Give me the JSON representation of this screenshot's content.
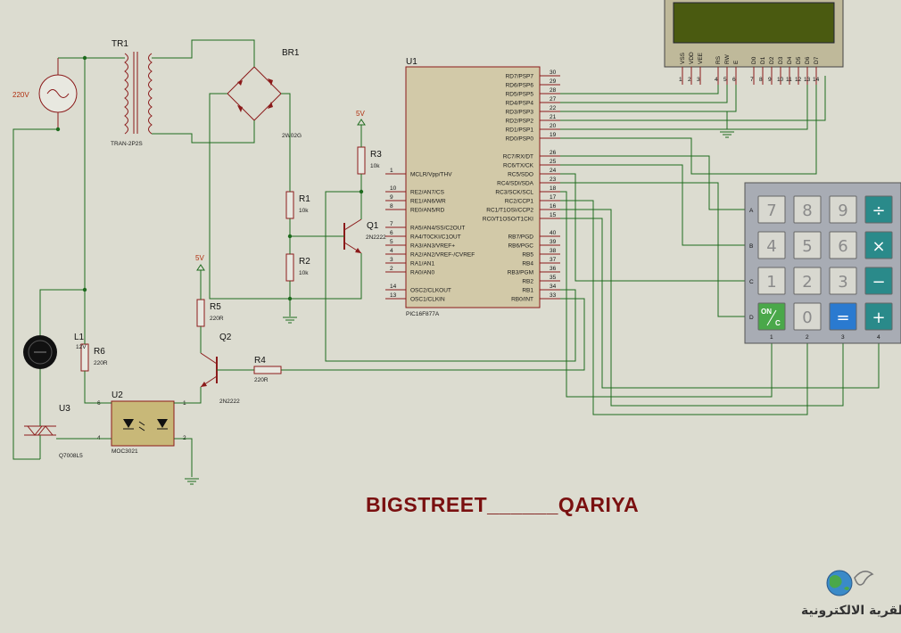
{
  "components": {
    "tr1": {
      "ref": "TR1",
      "value": "TRAN-2P2S"
    },
    "br1": {
      "ref": "BR1",
      "value": "2W02G"
    },
    "u1": {
      "ref": "U1",
      "value": "PIC16F877A"
    },
    "r1": {
      "ref": "R1",
      "value": "10k"
    },
    "r2": {
      "ref": "R2",
      "value": "10k"
    },
    "r3": {
      "ref": "R3",
      "value": "10k"
    },
    "r4": {
      "ref": "R4",
      "value": "220R"
    },
    "r5": {
      "ref": "R5",
      "value": "220R"
    },
    "r6": {
      "ref": "R6",
      "value": "220R"
    },
    "q1": {
      "ref": "Q1",
      "value": "2N2222"
    },
    "q2": {
      "ref": "Q2",
      "value": "2N2222"
    },
    "u2": {
      "ref": "U2",
      "value": "MOC3021"
    },
    "u3": {
      "ref": "U3",
      "value": "Q7008L5"
    },
    "l1": {
      "ref": "L1",
      "value": "12V"
    },
    "source": {
      "value": "220V"
    },
    "supply_5v": "5V"
  },
  "pic_pins_left": [
    {
      "pin": "1",
      "name": "MCLR/Vpp/THV"
    },
    {
      "pin": "10",
      "name": "RE2/AN7/CS"
    },
    {
      "pin": "9",
      "name": "RE1/AN6/WR"
    },
    {
      "pin": "8",
      "name": "RE0/AN5/RD"
    },
    {
      "pin": "7",
      "name": "RA5/AN4/SS/C2OUT"
    },
    {
      "pin": "6",
      "name": "RA4/T0CKI/C1OUT"
    },
    {
      "pin": "5",
      "name": "RA3/AN3/VREF+"
    },
    {
      "pin": "4",
      "name": "RA2/AN2/VREF-/CVREF"
    },
    {
      "pin": "3",
      "name": "RA1/AN1"
    },
    {
      "pin": "2",
      "name": "RA0/AN0"
    },
    {
      "pin": "14",
      "name": "OSC2/CLKOUT"
    },
    {
      "pin": "13",
      "name": "OSC1/CLKIN"
    }
  ],
  "pic_pins_right": [
    {
      "pin": "30",
      "name": "RD7/PSP7"
    },
    {
      "pin": "29",
      "name": "RD6/PSP6"
    },
    {
      "pin": "28",
      "name": "RD5/PSP5"
    },
    {
      "pin": "27",
      "name": "RD4/PSP4"
    },
    {
      "pin": "22",
      "name": "RD3/PSP3"
    },
    {
      "pin": "21",
      "name": "RD2/PSP2"
    },
    {
      "pin": "20",
      "name": "RD1/PSP1"
    },
    {
      "pin": "19",
      "name": "RD0/PSP0"
    },
    {
      "pin": "26",
      "name": "RC7/RX/DT"
    },
    {
      "pin": "25",
      "name": "RC6/TX/CK"
    },
    {
      "pin": "24",
      "name": "RC5/SDO"
    },
    {
      "pin": "23",
      "name": "RC4/SDI/SDA"
    },
    {
      "pin": "18",
      "name": "RC3/SCK/SCL"
    },
    {
      "pin": "17",
      "name": "RC2/CCP1"
    },
    {
      "pin": "16",
      "name": "RC1/T1OSI/CCP2"
    },
    {
      "pin": "15",
      "name": "RC0/T1OSO/T1CKI"
    },
    {
      "pin": "40",
      "name": "RB7/PGD"
    },
    {
      "pin": "39",
      "name": "RB6/PGC"
    },
    {
      "pin": "38",
      "name": "RB5"
    },
    {
      "pin": "37",
      "name": "RB4"
    },
    {
      "pin": "36",
      "name": "RB3/PGM"
    },
    {
      "pin": "35",
      "name": "RB2"
    },
    {
      "pin": "34",
      "name": "RB1"
    },
    {
      "pin": "33",
      "name": "RB0/INT"
    }
  ],
  "lcd": {
    "pin_names": [
      "VSS",
      "VDD",
      "VEE",
      "RS",
      "RW",
      "E",
      "D0",
      "D1",
      "D2",
      "D3",
      "D4",
      "D5",
      "D6",
      "D7"
    ],
    "pin_numbers": [
      "1",
      "2",
      "3",
      "4",
      "5",
      "6",
      "7",
      "8",
      "9",
      "10",
      "11",
      "12",
      "13",
      "14"
    ]
  },
  "keypad": {
    "rows": [
      "A",
      "B",
      "C",
      "D"
    ],
    "cols": [
      "1",
      "2",
      "3",
      "4"
    ],
    "keys": [
      [
        "7",
        "8",
        "9",
        "÷"
      ],
      [
        "4",
        "5",
        "6",
        "×"
      ],
      [
        "1",
        "2",
        "3",
        "−"
      ],
      [
        "ON/C",
        "0",
        "=",
        "+"
      ]
    ],
    "colors": {
      "digit": "#d8d8d0",
      "operator": "#2a8a8a",
      "equals": "#2a7ad0",
      "on": "#4aa84a"
    }
  },
  "credit": "BIGSTREET______QARIYA",
  "logo_text": "القرية الالكترونية"
}
